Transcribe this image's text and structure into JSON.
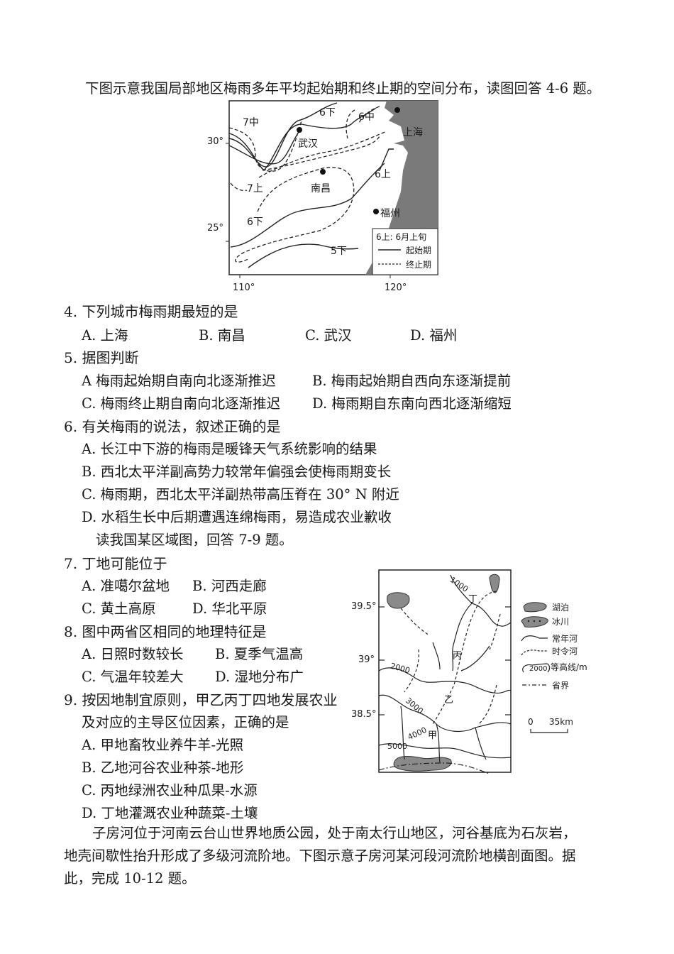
{
  "intro_4_6": "下图示意我国局部地区梅雨多年平均起始期和终止期的空间分布，读图回答 4-6 题。",
  "map1": {
    "lat_labels": [
      "30°",
      "25°"
    ],
    "lon_labels": [
      "110°",
      "120°"
    ],
    "isoline_labels": [
      "7中",
      "6下",
      "6中",
      "7上",
      "6上",
      "6下",
      "5下"
    ],
    "cities": [
      "武汉",
      "上海",
      "南昌",
      "福州"
    ],
    "legend": {
      "note": "6上: 6月上旬",
      "solid": "起始期",
      "dashed": "终止期"
    }
  },
  "questions": [
    {
      "stem": "4. 下列城市梅雨期最短的是",
      "options": [
        "A. 上海",
        "B. 南昌",
        "C. 武汉",
        "D. 福州"
      ]
    },
    {
      "stem": "5. 据图判断",
      "options": [
        "A 梅雨起始期自南向北逐渐推迟",
        "B. 梅雨起始期自西向东逐渐提前",
        "C. 梅雨终止期自南向北逐渐推迟",
        "D. 梅雨期自东南向西北逐渐缩短"
      ]
    },
    {
      "stem": "6. 有关梅雨的说法，叙述正确的是",
      "options": [
        "A. 长江中下游的梅雨是暖锋天气系统影响的结果",
        "B. 西北太平洋副高势力较常年偏强会使梅雨期变长",
        "C. 梅雨期，西北太平洋副热带高压脊在 30° N 附近",
        "D. 水稻生长中后期遭遇连绵梅雨，易造成农业歉收"
      ]
    }
  ],
  "intro_7_9": "读我国某区域图，回答 7-9 题。",
  "questions2": [
    {
      "stem": "7. 丁地可能位于",
      "options": [
        "A. 准噶尔盆地",
        "B. 河西走廊",
        "C. 黄土高原",
        "D. 华北平原"
      ]
    },
    {
      "stem": "8. 图中两省区相同的地理特征是",
      "options": [
        "A. 日照时数较长",
        "B. 夏季气温高",
        "C. 气温年较差大",
        "D. 湿地分布广"
      ]
    },
    {
      "stem_line1": "9. 按因地制宜原则，甲乙丙丁四地发展农业",
      "stem_line2": "及对应的主导区位因素，正确的是",
      "options": [
        "A. 甲地畜牧业养牛羊-光照",
        "B. 乙地河谷农业种茶-地形",
        "C. 丙地绿洲农业种瓜果-水源",
        "D. 丁地灌溉农业种蔬菜-土壤"
      ]
    }
  ],
  "map2": {
    "lat_labels": [
      "39.5°",
      "39°",
      "38.5°"
    ],
    "contours": [
      "1000",
      "2000",
      "3000",
      "4000",
      "5000"
    ],
    "places": [
      "丁",
      "丙",
      "乙",
      "甲"
    ],
    "legend": [
      "湖泊",
      "冰川",
      "常年河",
      "时令河",
      "等高线/m",
      "省界"
    ],
    "legend_contour_value": "2000",
    "scale": {
      "zero": "0",
      "distance": "35km"
    }
  },
  "passage_10_12": {
    "line1": "子房河位于河南云台山世界地质公园，处于南太行山地区，河谷基底为石灰岩，",
    "line2": "地壳间歇性抬升形成了多级河流阶地。下图示意子房河某河段河流阶地横剖面图。据",
    "line3": "此，完成 10-12 题。"
  }
}
